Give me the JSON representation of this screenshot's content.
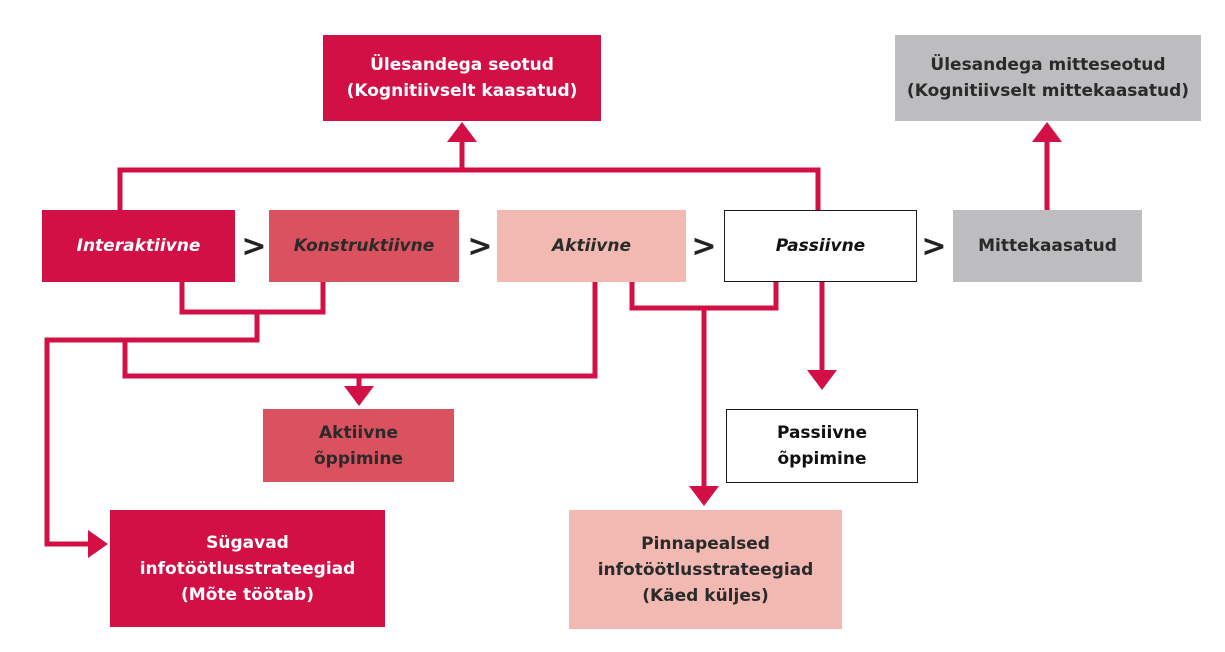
{
  "colors": {
    "line": "#d21046"
  },
  "separator_symbol": ">",
  "boxes": {
    "task_related": "Ülesandega seotud\n(Kognitiivselt kaasatud)",
    "task_unrelated": "Ülesandega mitteseotud\n(Kognitiivselt mittekaasatud)",
    "interactive": "Interaktiivne",
    "constructive": "Konstruktiivne",
    "active": "Aktiivne",
    "passive": "Passiivne",
    "disengaged": "Mittekaasatud",
    "active_learning": "Aktiivne\nõppimine",
    "passive_learning": "Passiivne\nõppimine",
    "deep_strategies": "Sügavad\ninfotöötlusstrateegiad\n(Mõte töötab)",
    "surface_strategies": "Pinnapealsed\ninfotöötlusstrateegiad\n(Käed küljes)"
  }
}
